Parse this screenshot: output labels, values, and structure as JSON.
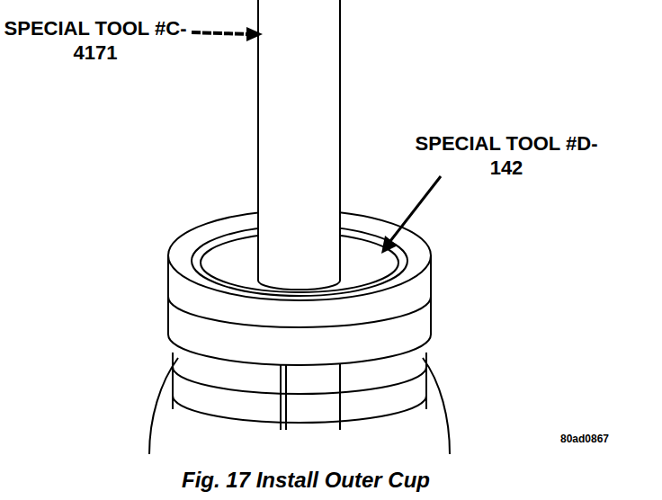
{
  "diagram": {
    "caption": "Fig. 17 Install Outer Cup",
    "labels": [
      "SPECIAL TOOL #C-4171",
      "SPECIAL TOOL #D-142",
      "80ad0867"
    ]
  }
}
